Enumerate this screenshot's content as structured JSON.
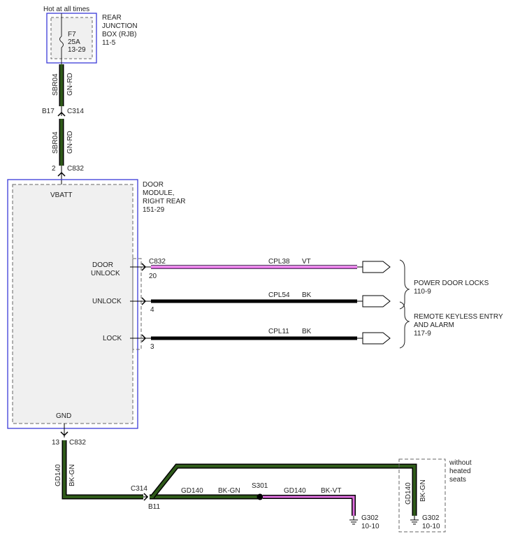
{
  "colors": {
    "module_border": "#3a3ad8",
    "module_fill": "#f0f0f0",
    "dash": "#666666",
    "wire_green": "#2f5a1a",
    "wire_black": "#000000",
    "wire_violet": "#e070e0",
    "wire_violet_core": "#f4b8f4",
    "wire_violet_dark": "#4a3a5a"
  },
  "top": {
    "hot_label": "Hot at all times",
    "rjb_name": "REAR JUNCTION BOX (RJB)",
    "rjb_name_lines": [
      "REAR",
      "JUNCTION",
      "BOX (RJB)"
    ],
    "rjb_ref": "11-5",
    "fuse_id": "F7",
    "fuse_amp": "25A",
    "fuse_ref": "13-29"
  },
  "feed": {
    "circuit": "SBR04",
    "color_code": "GN-RD",
    "conn1_pin": "B17",
    "conn1": "C314",
    "conn2_pin": "2",
    "conn2": "C832"
  },
  "module": {
    "name_lines": [
      "DOOR",
      "MODULE,",
      "RIGHT REAR"
    ],
    "ref": "151-29",
    "vbatt": "VBATT",
    "gnd": "GND"
  },
  "outputs": [
    {
      "label_lines": [
        "DOOR",
        "UNLOCK"
      ],
      "connector": "C832",
      "pin": "20",
      "circuit": "CPL38",
      "color_code": "VT",
      "style": "violet"
    },
    {
      "label_lines": [
        "UNLOCK"
      ],
      "connector": "",
      "pin": "4",
      "circuit": "CPL54",
      "color_code": "BK",
      "style": "black"
    },
    {
      "label_lines": [
        "LOCK"
      ],
      "connector": "",
      "pin": "3",
      "circuit": "CPL11",
      "color_code": "BK",
      "style": "black"
    }
  ],
  "destinations": [
    {
      "name_lines": [
        "POWER DOOR LOCKS"
      ],
      "ref": "110-9"
    },
    {
      "name_lines": [
        "REMOTE KEYLESS ENTRY",
        "AND ALARM"
      ],
      "ref": "117-9"
    }
  ],
  "ground": {
    "pin": "13",
    "connector": "C832",
    "circuit": "GD140",
    "color_code": "BK-GN",
    "inline_connector": "C314",
    "inline_pin": "B11",
    "splice": "S301",
    "branch_circuit": "GD140",
    "branch_color": "BK-VT",
    "ground1": "G302",
    "ground1_ref": "10-10",
    "option_lines": [
      "without",
      "heated",
      "seats"
    ],
    "ground2_circuit": "GD140",
    "ground2_color": "BK-GN",
    "ground2": "G302",
    "ground2_ref": "10-10"
  }
}
